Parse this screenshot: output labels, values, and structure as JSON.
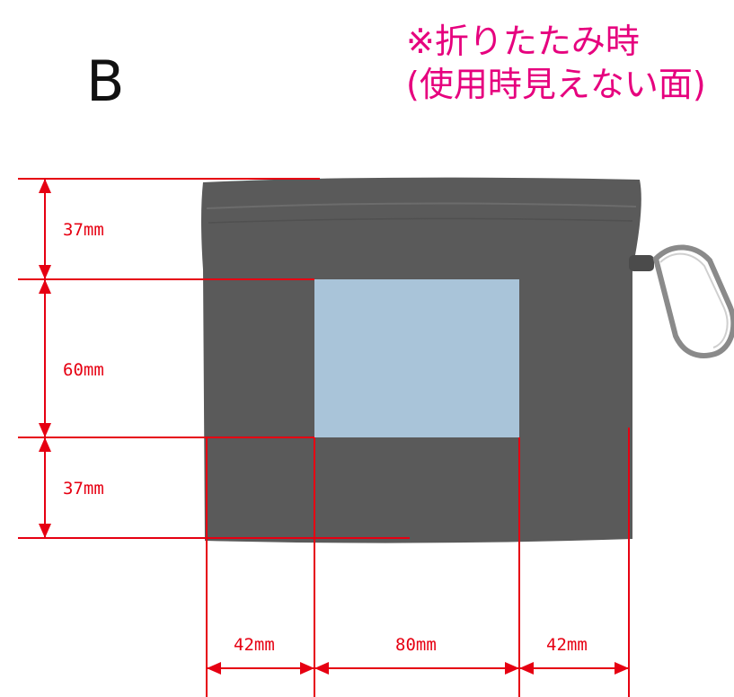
{
  "figure": {
    "variant_label": "B",
    "note_line1": "※折りたたみ時",
    "note_line2": "(使用時見えない面)"
  },
  "dimensions": {
    "vertical": [
      "37mm",
      "60mm",
      "37mm"
    ],
    "horizontal": [
      "42mm",
      "80mm",
      "42mm"
    ]
  },
  "colors": {
    "bag": "#5a5a5a",
    "print_area": "#a9c4d9",
    "dimension_lines": "#e60012",
    "note_text": "#e6007e"
  }
}
